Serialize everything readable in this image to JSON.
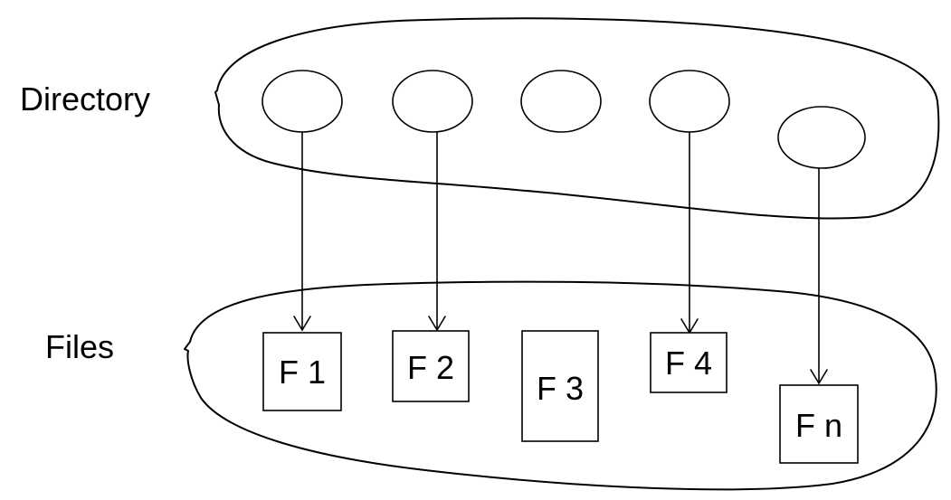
{
  "labels": {
    "directory": "Directory",
    "files": "Files"
  },
  "files": [
    {
      "id": "f1",
      "label": "F 1"
    },
    {
      "id": "f2",
      "label": "F 2"
    },
    {
      "id": "f3",
      "label": "F 3"
    },
    {
      "id": "f4",
      "label": "F 4"
    },
    {
      "id": "fn",
      "label": "F n"
    }
  ],
  "directory_entries": [
    {
      "id": "d1",
      "points_to": "f1"
    },
    {
      "id": "d2",
      "points_to": "f2"
    },
    {
      "id": "d3",
      "points_to": null
    },
    {
      "id": "d4",
      "points_to": "f4"
    },
    {
      "id": "d5",
      "points_to": "fn"
    }
  ]
}
